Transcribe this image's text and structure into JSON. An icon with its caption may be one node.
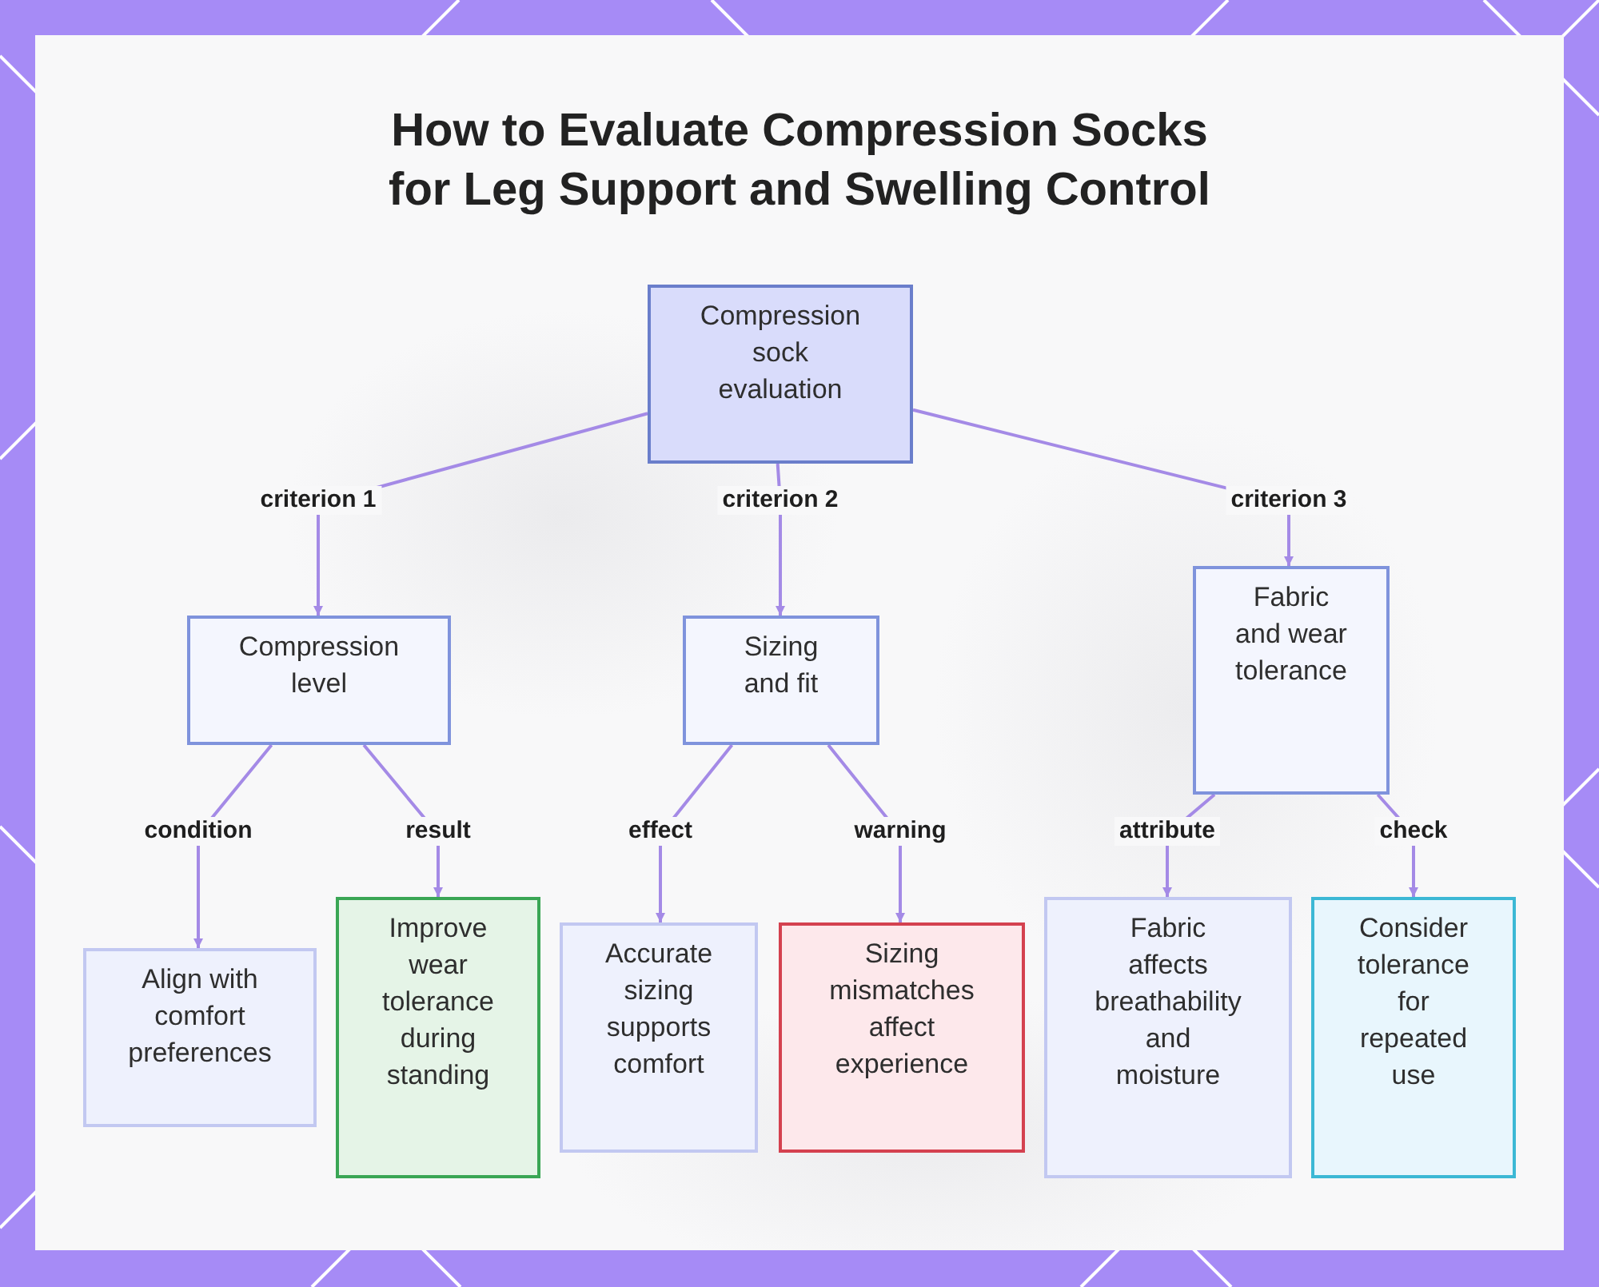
{
  "diagram": {
    "title": "How to Evaluate Compression Socks for Leg Support and Swelling Control",
    "nodes": [
      {
        "text": [
          "Compression sock evaluation"
        ]
      },
      {
        "text": [
          "Compression level"
        ]
      },
      {
        "text": [
          "Sizing and fit"
        ]
      },
      {
        "text": [
          "Fabric and wear tolerance"
        ]
      },
      {
        "text": [
          "Align with comfort preferences"
        ]
      },
      {
        "text": [
          "Improve wear tolerance during standing"
        ]
      },
      {
        "text": [
          "Accurate sizing supports comfort"
        ]
      },
      {
        "text": [
          "Sizing mismatches affect experience"
        ]
      },
      {
        "text": [
          "Fabric affects breathability and moisture"
        ]
      },
      {
        "text": [
          "Consider tolerance for repeated use"
        ]
      }
    ],
    "edges": [
      {
        "from": 0,
        "to": 1,
        "arrow": "to",
        "label": "criterion 1"
      },
      {
        "from": 0,
        "to": 2,
        "arrow": "to",
        "label": "criterion 2"
      },
      {
        "from": 0,
        "to": 3,
        "arrow": "to",
        "label": "criterion 3"
      },
      {
        "from": 1,
        "to": 4,
        "arrow": "to",
        "label": "condition"
      },
      {
        "from": 1,
        "to": 5,
        "arrow": "to",
        "label": "result"
      },
      {
        "from": 2,
        "to": 6,
        "arrow": "to",
        "label": "effect"
      },
      {
        "from": 2,
        "to": 7,
        "arrow": "to",
        "label": "warning"
      },
      {
        "from": 3,
        "to": 8,
        "arrow": "to",
        "label": "attribute"
      },
      {
        "from": 3,
        "to": 9,
        "arrow": "to",
        "label": "check"
      }
    ]
  }
}
